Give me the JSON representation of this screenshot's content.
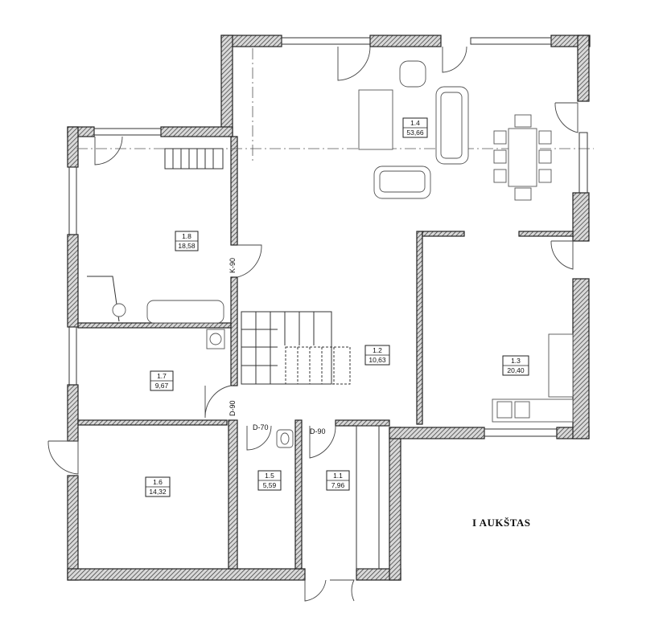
{
  "floor_title": "I AUKŠTAS",
  "rooms": [
    {
      "id": "1.1",
      "area": "7,96"
    },
    {
      "id": "1.2",
      "area": "10,63"
    },
    {
      "id": "1.3",
      "area": "20,40"
    },
    {
      "id": "1.4",
      "area": "53,66"
    },
    {
      "id": "1.5",
      "area": "5,59"
    },
    {
      "id": "1.6",
      "area": "14,32"
    },
    {
      "id": "1.7",
      "area": "9,67"
    },
    {
      "id": "1.8",
      "area": "18,58"
    }
  ],
  "door_codes": [
    "K-90",
    "D-90",
    "D-70",
    "D-90"
  ]
}
